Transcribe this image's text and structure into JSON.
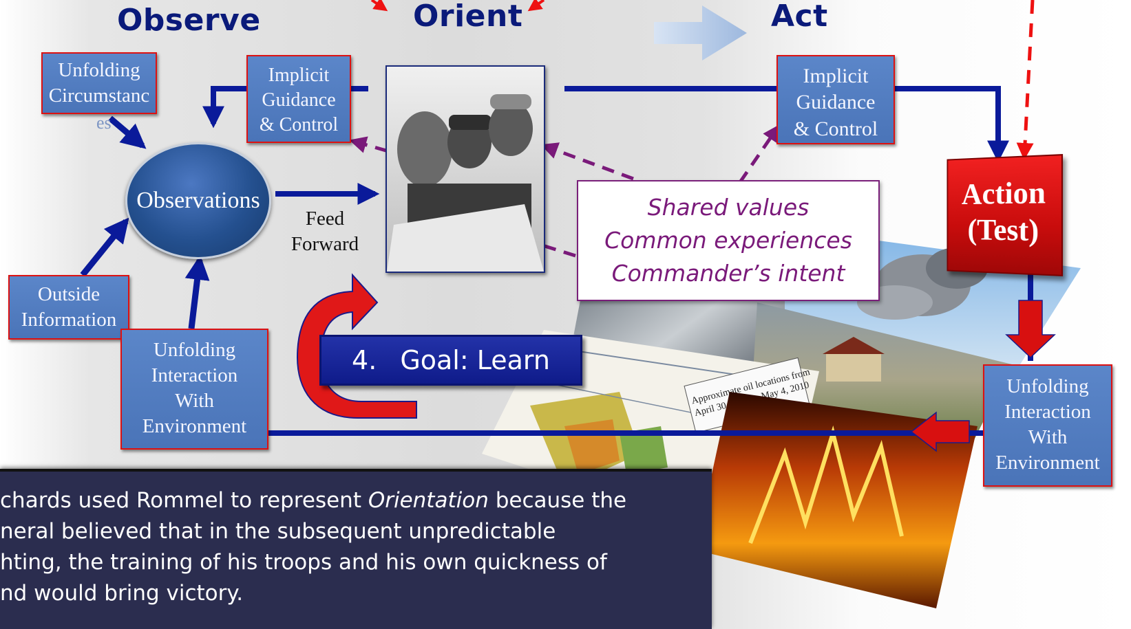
{
  "headings": {
    "observe": "Observe",
    "orient": "Orient",
    "act": "Act"
  },
  "observe": {
    "unfolding_circumstances": [
      "Unfolding",
      "Circumstanc",
      "es"
    ],
    "implicit_guidance": [
      "Implicit",
      "Guidance",
      "& Control"
    ],
    "observations": "Observations",
    "outside_information": [
      "Outside",
      "Information"
    ],
    "unfolding_interaction": [
      "Unfolding",
      "Interaction",
      "With",
      "Environment"
    ],
    "feed_forward": [
      "Feed",
      "Forward"
    ]
  },
  "act": {
    "implicit_guidance": [
      "Implicit",
      "Guidance",
      "& Control"
    ],
    "action": [
      "Action",
      "(Test)"
    ],
    "unfolding_interaction": [
      "Unfolding",
      "Interaction",
      "With",
      "Environment"
    ]
  },
  "shared_values": [
    "Shared values",
    "Common experiences",
    "Commander’s intent"
  ],
  "goal": {
    "number": "4.",
    "text": "Goal: Learn"
  },
  "caption": {
    "line1_prefix": "chards used Rommel to represent ",
    "line1_emph": "Orientation",
    "line1_suffix": " because the",
    "line2": "neral believed that in the subsequent unpredictable",
    "line3": "hting, the training of his troops and his own quickness of",
    "line4": "nd would bring victory."
  },
  "map_label": [
    "Approximate oil locations from",
    "April 30, 2010 to May 4, 2010"
  ],
  "colors": {
    "heading": "#0a1a7a",
    "box_fill": "#4f7cc0",
    "box_border": "#dd1111",
    "connector": "#0a1a9a",
    "dashed_purple": "#7a1a7a",
    "dashed_red": "#ee1111",
    "action": "#d81010",
    "caption_bg": "#2b2d4f"
  }
}
